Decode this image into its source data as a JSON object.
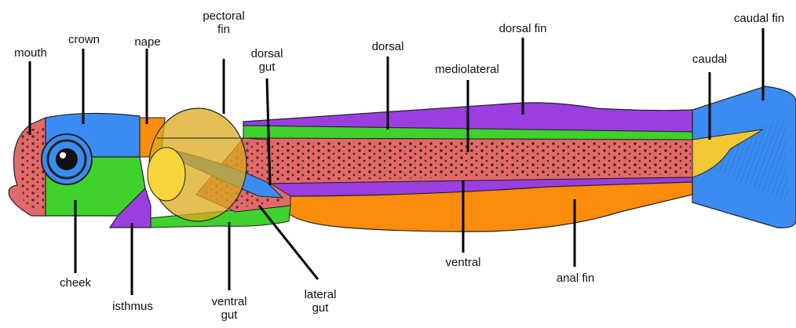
{
  "labels": {
    "mouth": "mouth",
    "crown": "crown",
    "nape": "nape",
    "pectoral_fin": "pectoral\nfin",
    "dorsal_gut": "dorsal\ngut",
    "dorsal": "dorsal",
    "dorsal_fin": "dorsal fin",
    "mediolateral": "mediolateral",
    "caudal": "caudal",
    "caudal_fin": "caudal fin",
    "cheek": "cheek",
    "isthmus": "isthmus",
    "ventral_gut": "ventral\ngut",
    "lateral_gut": "lateral\ngut",
    "ventral": "ventral",
    "anal_fin": "anal fin"
  },
  "colors": {
    "red": "#e06a6a",
    "blue": "#3a8cf2",
    "green": "#3fd12c",
    "purple": "#9b3ee0",
    "orange": "#fb8c0c",
    "yellow": "#f2c735",
    "olive": "#b8962a"
  }
}
